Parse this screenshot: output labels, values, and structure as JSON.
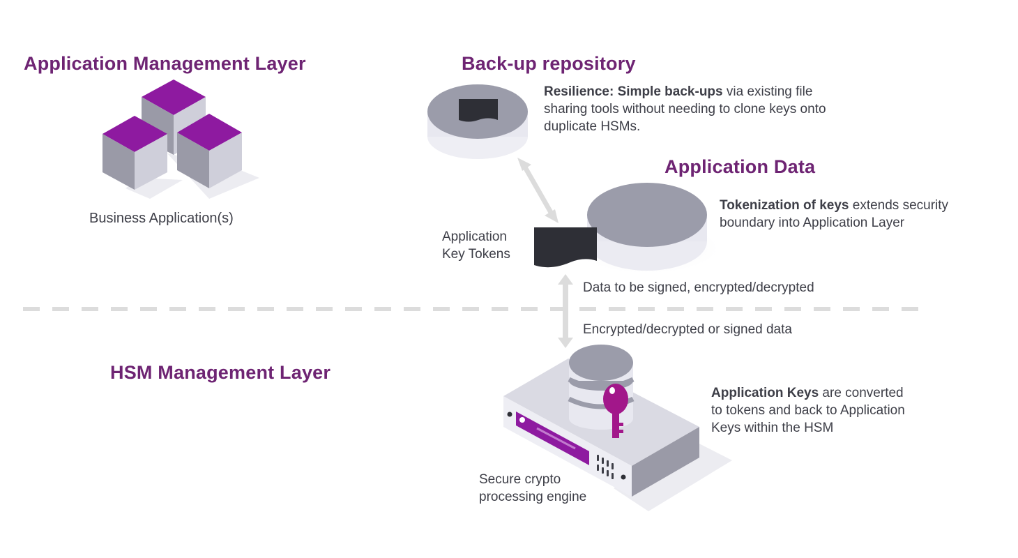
{
  "headings": {
    "app_layer": "Application Management Layer",
    "backup": "Back-up repository",
    "app_data": "Application Data",
    "hsm_layer": "HSM Management Layer"
  },
  "labels": {
    "business_apps": "Business Application(s)",
    "key_tokens_line1": "Application",
    "key_tokens_line2": "Key Tokens",
    "data_in": "Data to be signed, encrypted/decrypted",
    "data_out": "Encrypted/decrypted or signed data",
    "engine_line1": "Secure crypto",
    "engine_line2": "processing engine"
  },
  "resilience": {
    "bold": "Resilience: Simple back-ups",
    "line1_rest": " via existing file",
    "line2": "sharing tools without needing to clone keys onto",
    "line3": "duplicate HSMs."
  },
  "tokenization": {
    "bold": "Tokenization of keys",
    "line1_rest": " extends security",
    "line2": "boundary into Application Layer"
  },
  "app_keys": {
    "bold": "Application Keys",
    "line1_rest": " are converted",
    "line2": "to tokens and back to Application",
    "line3": "Keys within the HSM"
  },
  "colors": {
    "brand_purple": "#8e1aa0",
    "heading_purple": "#6e2473",
    "key_magenta": "#a2178a",
    "disk_top": "#9b9caa",
    "disk_side": "#e8e8f0",
    "token_dark": "#2e2f36",
    "arrow": "#dcdcdc",
    "divider": "#dcdcdc"
  }
}
